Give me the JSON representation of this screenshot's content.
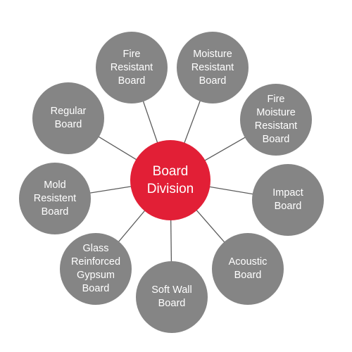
{
  "center": {
    "label": "Board\nDivision",
    "color": "#e21f36"
  },
  "node_color": "#858585",
  "line_color": "#5a5a5a",
  "items": [
    {
      "label": "Fire\nResistant\nBoard"
    },
    {
      "label": "Moisture\nResistant\nBoard"
    },
    {
      "label": "Fire\nMoisture\nResistant\nBoard"
    },
    {
      "label": "Impact\nBoard"
    },
    {
      "label": "Acoustic\nBoard"
    },
    {
      "label": "Soft Wall\nBoard"
    },
    {
      "label": "Glass\nReinforced\nGypsum\nBoard"
    },
    {
      "label": "Mold\nResistent\nBoard"
    },
    {
      "label": "Regular\nBoard"
    }
  ]
}
